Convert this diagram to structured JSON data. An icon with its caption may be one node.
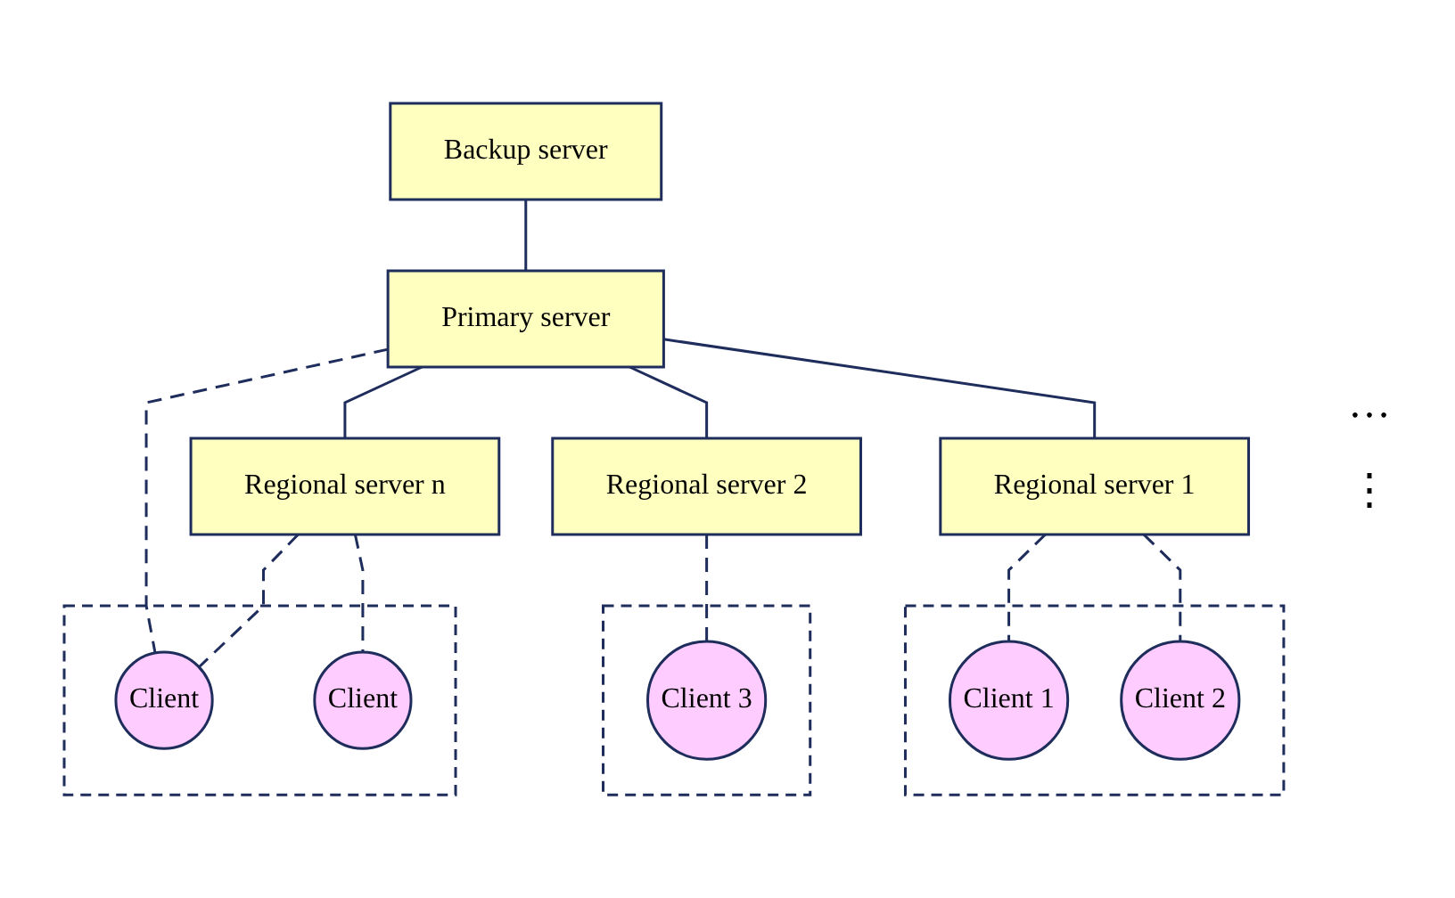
{
  "diagram": {
    "nodes": [
      {
        "text": [
          "Backup server"
        ]
      },
      {
        "text": [
          "Primary server"
        ]
      },
      {
        "text": [
          "Regional server 1"
        ]
      },
      {
        "text": [
          "Regional server 2"
        ]
      },
      {
        "text": [
          "Regional server n"
        ]
      },
      {
        "text": [],
        "shape": "box"
      },
      {
        "text": [
          "Client 1"
        ],
        "in": 5
      },
      {
        "text": [
          "Client 2"
        ],
        "in": 5
      },
      {
        "text": [],
        "shape": "box"
      },
      {
        "text": [
          "Client 3"
        ],
        "in": 8
      },
      {
        "text": [],
        "shape": "box"
      },
      {
        "text": [
          "Client"
        ],
        "in": 10
      },
      {
        "text": [
          "Client"
        ],
        "in": 10
      }
    ],
    "edges": [
      {
        "from": 0,
        "to": 1,
        "arrow": "none"
      },
      {
        "from": 1,
        "to": 2,
        "arrow": "none"
      },
      {
        "from": 1,
        "to": 3,
        "arrow": "none"
      },
      {
        "from": 1,
        "to": 4,
        "arrow": "none"
      },
      {
        "from": 1,
        "to": 11,
        "arrow": "none",
        "style": "dashed"
      },
      {
        "from": 2,
        "to": 6,
        "arrow": "none",
        "style": "dashed"
      },
      {
        "from": 2,
        "to": 7,
        "arrow": "none",
        "style": "dashed"
      },
      {
        "from": 3,
        "to": 9,
        "arrow": "none",
        "style": "dashed"
      },
      {
        "from": 4,
        "to": 11,
        "arrow": "none",
        "style": "dashed"
      },
      {
        "from": 4,
        "to": 12,
        "arrow": "none",
        "style": "dashed"
      }
    ],
    "labels": [
      "…",
      "⋮"
    ]
  }
}
